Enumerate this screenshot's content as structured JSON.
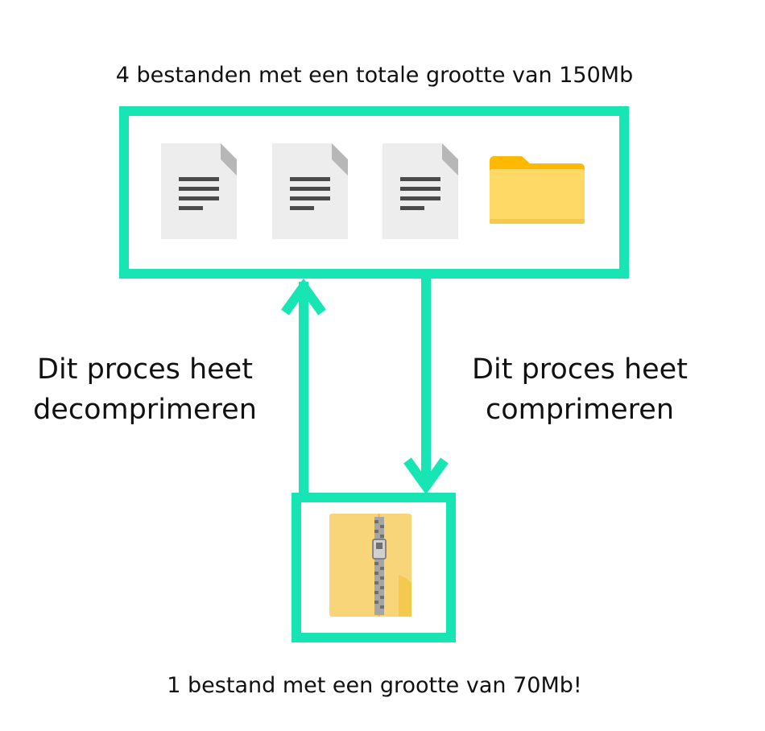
{
  "top_caption": "4 bestanden met een totale grootte van 150Mb",
  "bottom_caption": "1 bestand met een grootte van 70Mb!",
  "left_label": {
    "line1": "Dit proces heet",
    "line2": "decomprimeren"
  },
  "right_label": {
    "line1": "Dit proces heet",
    "line2": "comprimeren"
  },
  "top_box": {
    "items": [
      "document-icon",
      "document-icon",
      "document-icon",
      "folder-icon"
    ]
  },
  "bottom_box": {
    "items": [
      "zip-folder-icon"
    ]
  },
  "colors": {
    "accent": "#17E6B4",
    "doc_page": "#EDEDED",
    "doc_corner": "#B7B7B7",
    "doc_lines": "#4A4A4A",
    "folder_front": "#FFD966",
    "folder_back": "#FFB900",
    "zip_teeth": "#8A8A8A"
  }
}
